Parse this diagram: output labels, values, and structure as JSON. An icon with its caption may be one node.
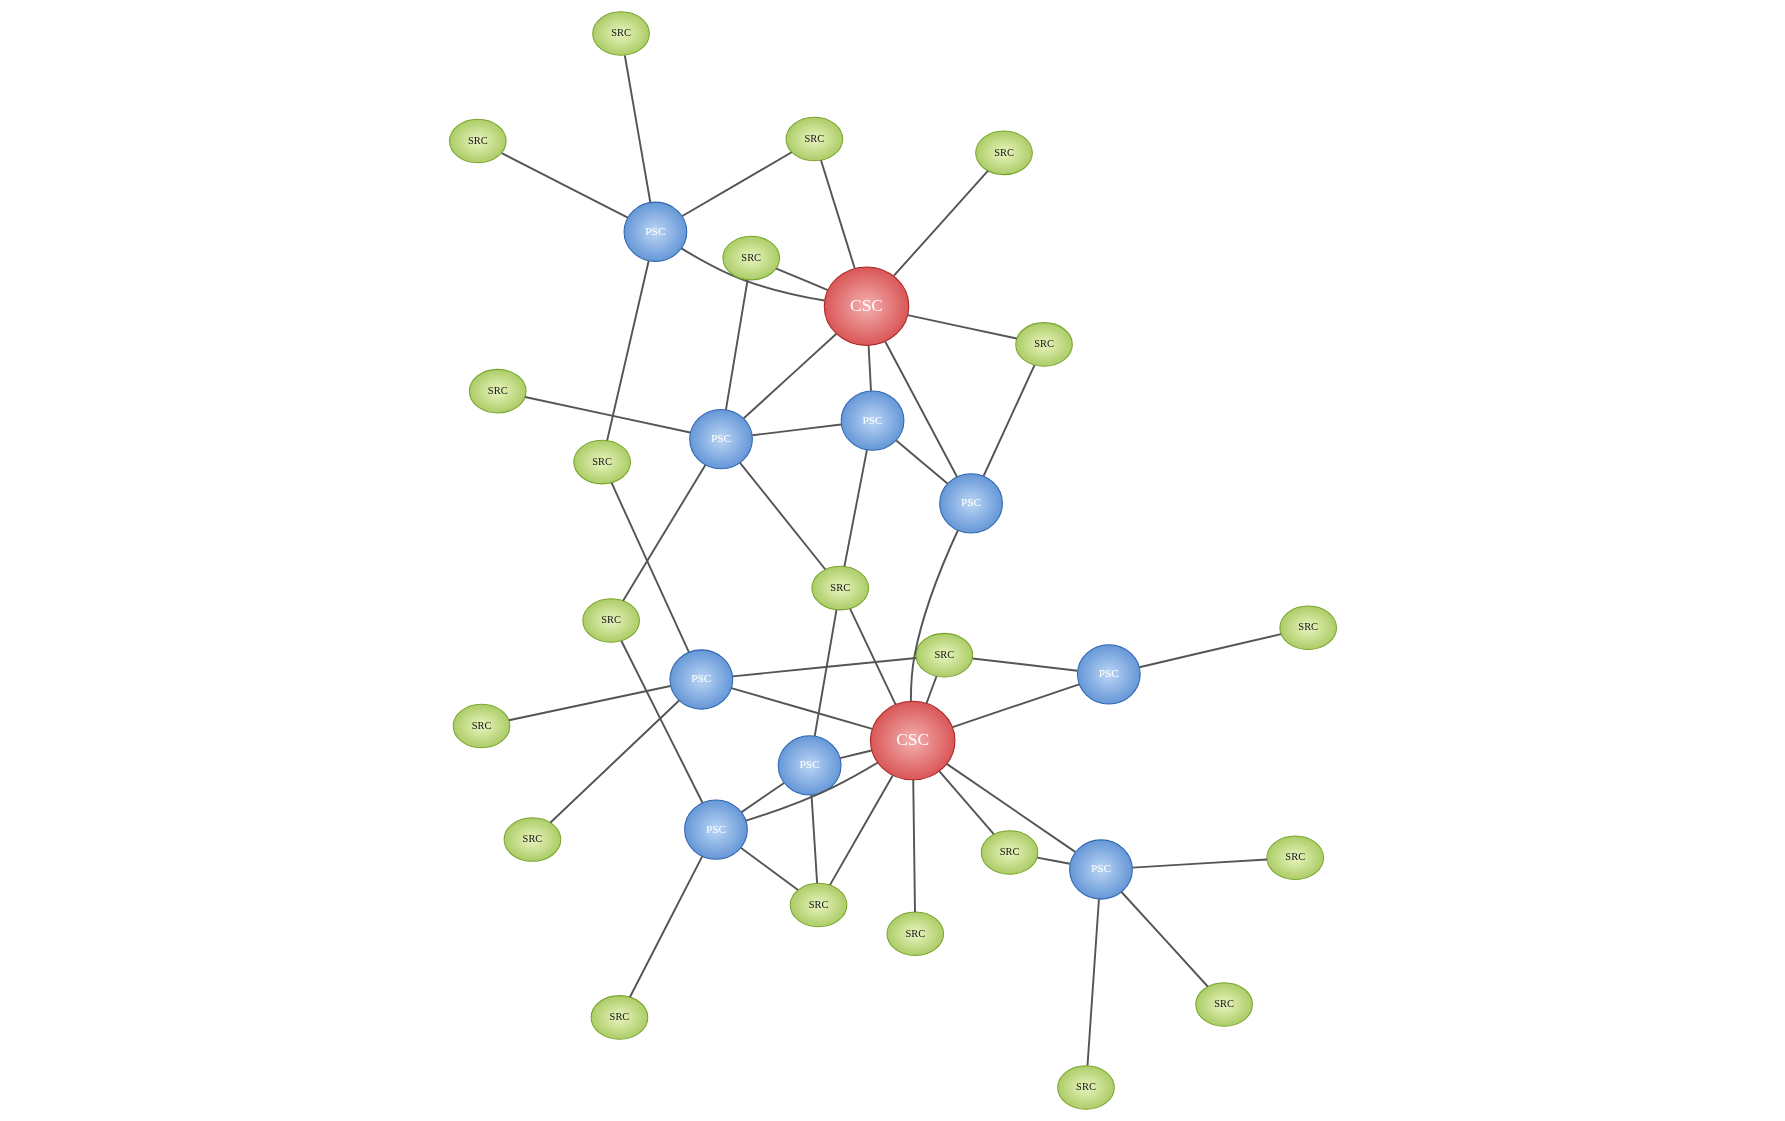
{
  "diagram": {
    "nodes": [
      {
        "text": [
          "SRC"
        ]
      },
      {
        "text": [
          "SRC"
        ]
      },
      {
        "text": [
          "SRC"
        ]
      },
      {
        "text": [
          "SRC"
        ]
      },
      {
        "text": [
          "PSC"
        ]
      },
      {
        "text": [
          "SRC"
        ]
      },
      {
        "text": [
          "PSC"
        ]
      },
      {
        "text": [
          "SRC"
        ]
      },
      {
        "text": [
          "SRC"
        ]
      },
      {
        "text": [
          "SRC"
        ]
      },
      {
        "text": [
          "SRC"
        ]
      },
      {
        "text": [
          "SRC"
        ]
      },
      {
        "text": [
          "SRC"
        ]
      },
      {
        "text": [
          "PSC"
        ]
      },
      {
        "text": [
          "CSC"
        ]
      },
      {
        "text": [
          "PSC"
        ]
      },
      {
        "text": [
          "PSC"
        ]
      },
      {
        "text": [
          "SRC"
        ]
      },
      {
        "text": [
          "SRC"
        ]
      },
      {
        "text": [
          "PSC"
        ]
      },
      {
        "text": [
          "PSC"
        ]
      },
      {
        "text": [
          "CSC"
        ]
      },
      {
        "text": [
          "SRC"
        ]
      },
      {
        "text": [
          "SRC"
        ]
      },
      {
        "text": [
          "SRC"
        ]
      },
      {
        "text": [
          "PSC"
        ]
      },
      {
        "text": [
          "PSC"
        ]
      },
      {
        "text": [
          "SRC"
        ]
      },
      {
        "text": [
          "SRC"
        ]
      },
      {
        "text": [
          "SRC"
        ]
      },
      {
        "text": [
          "SRC"
        ]
      },
      {
        "text": [
          "SRC"
        ]
      }
    ],
    "edges": [
      {
        "from": 0,
        "to": 4,
        "arrow": "none"
      },
      {
        "from": 4,
        "to": 5,
        "arrow": "none"
      },
      {
        "from": 5,
        "to": 6,
        "arrow": "none"
      },
      {
        "from": 1,
        "to": 6,
        "arrow": "none"
      },
      {
        "from": 2,
        "to": 6,
        "arrow": "none"
      },
      {
        "from": 6,
        "to": 7,
        "arrow": "none"
      },
      {
        "from": 4,
        "to": 14,
        "arrow": "none"
      },
      {
        "from": 5,
        "to": 14,
        "arrow": "none"
      },
      {
        "from": 6,
        "to": 14,
        "arrow": "none"
      },
      {
        "from": 3,
        "to": 14,
        "arrow": "none"
      },
      {
        "from": 9,
        "to": 14,
        "arrow": "none"
      },
      {
        "from": 9,
        "to": 13,
        "arrow": "none"
      },
      {
        "from": 12,
        "to": 13,
        "arrow": "none"
      },
      {
        "from": 13,
        "to": 14,
        "arrow": "none"
      },
      {
        "from": 17,
        "to": 13,
        "arrow": "none"
      },
      {
        "from": 18,
        "to": 13,
        "arrow": "none"
      },
      {
        "from": 14,
        "to": 15,
        "arrow": "none"
      },
      {
        "from": 14,
        "to": 19,
        "arrow": "none"
      },
      {
        "from": 14,
        "to": 24,
        "arrow": "none"
      },
      {
        "from": 14,
        "to": 26,
        "arrow": "none"
      },
      {
        "from": 14,
        "to": 22,
        "arrow": "none"
      },
      {
        "from": 15,
        "to": 11,
        "arrow": "none"
      },
      {
        "from": 11,
        "to": 21,
        "arrow": "none"
      },
      {
        "from": 15,
        "to": 21,
        "arrow": "none"
      },
      {
        "from": 15,
        "to": 20,
        "arrow": "none"
      },
      {
        "from": 20,
        "to": 21,
        "arrow": "none"
      },
      {
        "from": 20,
        "to": 22,
        "arrow": "none"
      },
      {
        "from": 20,
        "to": 25,
        "arrow": "none"
      },
      {
        "from": 25,
        "to": 21,
        "arrow": "none"
      },
      {
        "from": 22,
        "to": 25,
        "arrow": "none"
      },
      {
        "from": 19,
        "to": 24,
        "arrow": "none"
      },
      {
        "from": 19,
        "to": 22,
        "arrow": "none"
      },
      {
        "from": 19,
        "to": 26,
        "arrow": "none"
      },
      {
        "from": 24,
        "to": 26,
        "arrow": "none"
      },
      {
        "from": 27,
        "to": 26,
        "arrow": "none"
      },
      {
        "from": 26,
        "to": 28,
        "arrow": "none"
      },
      {
        "from": 28,
        "to": 25,
        "arrow": "none"
      },
      {
        "from": 25,
        "to": 31,
        "arrow": "none"
      },
      {
        "from": 25,
        "to": 30,
        "arrow": "none"
      },
      {
        "from": 21,
        "to": 30,
        "arrow": "none"
      },
      {
        "from": 21,
        "to": 29,
        "arrow": "none"
      },
      {
        "from": 21,
        "to": 23,
        "arrow": "none"
      },
      {
        "from": 21,
        "to": 16,
        "arrow": "none"
      },
      {
        "from": 7,
        "to": 16,
        "arrow": "none"
      },
      {
        "from": 8,
        "to": 16,
        "arrow": "none"
      },
      {
        "from": 10,
        "to": 16,
        "arrow": "none"
      },
      {
        "from": 16,
        "to": 23,
        "arrow": "none"
      }
    ]
  }
}
